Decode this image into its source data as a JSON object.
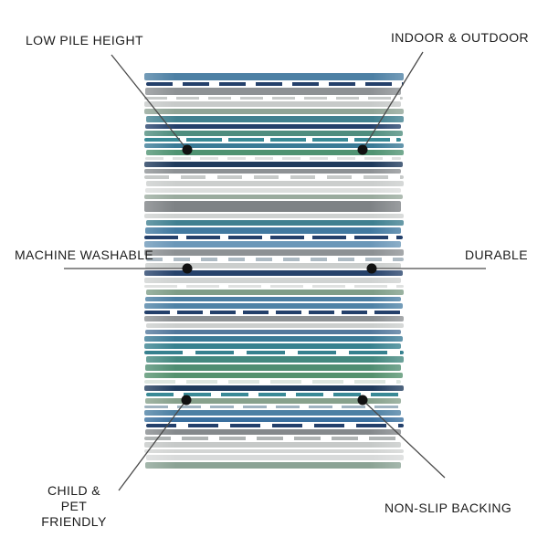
{
  "page": {
    "background": "#ffffff",
    "description_labels_visible": 6
  },
  "style": {
    "text_color": "#1b1b1b",
    "line_color": "#4a4a4a",
    "dot_color": "#111111",
    "rug_background": "#ffffff"
  },
  "features": [
    {
      "name": "low-pile-height",
      "label": "LOW PILE HEIGHT"
    },
    {
      "name": "indoor-outdoor",
      "label": "INDOOR & OUTDOOR"
    },
    {
      "name": "machine-washable",
      "label": "MACHINE WASHABLE"
    },
    {
      "name": "durable",
      "label": "DURABLE"
    },
    {
      "name": "child-pet-friendly",
      "label": "CHILD &\nPET FRIENDLY"
    },
    {
      "name": "non-slip-backing",
      "label": "NON-SLIP BACKING"
    }
  ],
  "rug": {
    "pattern": "horizontal watercolor stripes",
    "palette": [
      "#4d80a4",
      "#24406b",
      "#8d9194",
      "#c7cac9",
      "#90a496",
      "#40808f",
      "#4f8d7e",
      "#3a8a96",
      "#4f9372",
      "#1f3a5c",
      "#dcdedd",
      "#7e8285",
      "#4179a0",
      "#6b97b8",
      "#7e9d87",
      "#4e82a6",
      "#37818f",
      "#44887f",
      "#55926f",
      "#87a18c",
      "#3a6f9e",
      "#8ba395"
    ],
    "stripes": [
      {
        "c": "#4d80a4",
        "h": 8,
        "b": 0
      },
      {
        "c": "#24406b",
        "h": 4,
        "b": 1
      },
      {
        "c": "#8d9194",
        "h": 8,
        "b": 0
      },
      {
        "c": "#c7cac9",
        "h": 3,
        "b": 1
      },
      {
        "c": "#c7cac9",
        "h": 6,
        "b": 0
      },
      {
        "c": "#90a496",
        "h": 6,
        "b": 0
      },
      {
        "c": "#40808f",
        "h": 7,
        "b": 0
      },
      {
        "c": "#24406b",
        "h": 5,
        "b": 0
      },
      {
        "c": "#4f8d7e",
        "h": 6,
        "b": 0
      },
      {
        "c": "#3a8a96",
        "h": 4,
        "b": 1
      },
      {
        "c": "#3a7a96",
        "h": 5,
        "b": 0
      },
      {
        "c": "#4f9372",
        "h": 6,
        "b": 0
      },
      {
        "c": "#dfe1e0",
        "h": 3,
        "b": 1
      },
      {
        "c": "#1f3a5c",
        "h": 6,
        "b": 0
      },
      {
        "c": "#8d9194",
        "h": 5,
        "b": 0
      },
      {
        "c": "#c7cac9",
        "h": 4,
        "b": 1
      },
      {
        "c": "#cbcecd",
        "h": 6,
        "b": 0
      },
      {
        "c": "#dcdedd",
        "h": 5,
        "b": 0
      },
      {
        "c": "#9aab9e",
        "h": 5,
        "b": 0
      },
      {
        "c": "#7e8285",
        "h": 12,
        "b": 0
      },
      {
        "c": "#cfd2d1",
        "h": 5,
        "b": 0
      },
      {
        "c": "#3f7f90",
        "h": 6,
        "b": 0
      },
      {
        "c": "#4179a0",
        "h": 7,
        "b": 0
      },
      {
        "c": "#24406b",
        "h": 4,
        "b": 1
      },
      {
        "c": "#6b97b8",
        "h": 7,
        "b": 0
      },
      {
        "c": "#8d9194",
        "h": 7,
        "b": 0
      },
      {
        "c": "#aebbc4",
        "h": 4,
        "b": 1
      },
      {
        "c": "#cbcecd",
        "h": 6,
        "b": 0
      },
      {
        "c": "#26426b",
        "h": 6,
        "b": 0
      },
      {
        "c": "#d0d3d2",
        "h": 6,
        "b": 0
      },
      {
        "c": "#dfe1e0",
        "h": 3,
        "b": 1
      },
      {
        "c": "#7e9d87",
        "h": 6,
        "b": 0
      },
      {
        "c": "#4b7fa3",
        "h": 5,
        "b": 0
      },
      {
        "c": "#4e82a6",
        "h": 6,
        "b": 0
      },
      {
        "c": "#24406b",
        "h": 4,
        "b": 1
      },
      {
        "c": "#8d9194",
        "h": 6,
        "b": 0
      },
      {
        "c": "#cbcecd",
        "h": 5,
        "b": 0
      },
      {
        "c": "#52779b",
        "h": 5,
        "b": 0
      },
      {
        "c": "#3a7a96",
        "h": 6,
        "b": 0
      },
      {
        "c": "#37818f",
        "h": 6,
        "b": 0
      },
      {
        "c": "#37818f",
        "h": 4,
        "b": 1
      },
      {
        "c": "#44887f",
        "h": 7,
        "b": 0
      },
      {
        "c": "#4f8d72",
        "h": 7,
        "b": 0
      },
      {
        "c": "#55926f",
        "h": 6,
        "b": 0
      },
      {
        "c": "#dde6e0",
        "h": 4,
        "b": 1
      },
      {
        "c": "#1f3a5c",
        "h": 6,
        "b": 0
      },
      {
        "c": "#3a8a96",
        "h": 4,
        "b": 1
      },
      {
        "c": "#87a18c",
        "h": 6,
        "b": 0
      },
      {
        "c": "#9fb3c0",
        "h": 3,
        "b": 1
      },
      {
        "c": "#4b7fa3",
        "h": 6,
        "b": 0
      },
      {
        "c": "#3a6f9e",
        "h": 5,
        "b": 0
      },
      {
        "c": "#24406b",
        "h": 4,
        "b": 1
      },
      {
        "c": "#85898c",
        "h": 6,
        "b": 0
      },
      {
        "c": "#b0b4b4",
        "h": 4,
        "b": 1
      },
      {
        "c": "#c6c9c8",
        "h": 6,
        "b": 0
      },
      {
        "c": "#d3d5d4",
        "h": 4,
        "b": 0
      },
      {
        "c": "#d8dada",
        "h": 6,
        "b": 0
      },
      {
        "c": "#8ba395",
        "h": 7,
        "b": 0
      }
    ]
  }
}
